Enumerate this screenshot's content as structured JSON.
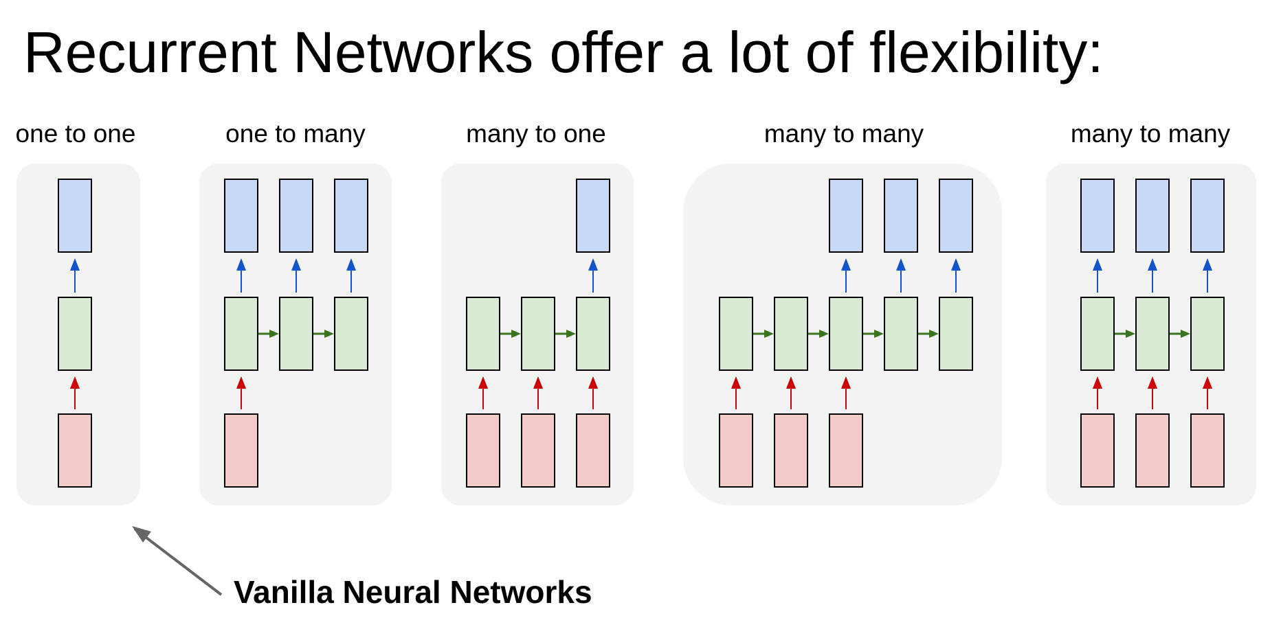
{
  "title": "Recurrent Networks offer a lot of flexibility:",
  "caption": "Vanilla Neural Networks",
  "colors": {
    "panel": "#f3f3f3",
    "output_box": "#c9daf8",
    "hidden_box": "#d9ead3",
    "input_box": "#f4cccc",
    "output_arrow": "#1155cc",
    "input_arrow": "#cc0000",
    "recurrent_arrow": "#38761d",
    "pointer_arrow": "#666666"
  },
  "diagrams": [
    {
      "label": "one to one",
      "steps": 1,
      "inputs": [
        1
      ],
      "outputs": [
        1
      ]
    },
    {
      "label": "one to many",
      "steps": 3,
      "inputs": [
        1,
        0,
        0
      ],
      "outputs": [
        1,
        1,
        1
      ]
    },
    {
      "label": "many to one",
      "steps": 3,
      "inputs": [
        1,
        1,
        1
      ],
      "outputs": [
        0,
        0,
        1
      ]
    },
    {
      "label": "many to many",
      "steps": 5,
      "inputs": [
        1,
        1,
        1,
        0,
        0
      ],
      "outputs": [
        0,
        0,
        1,
        1,
        1
      ]
    },
    {
      "label": "many to many",
      "steps": 3,
      "inputs": [
        1,
        1,
        1
      ],
      "outputs": [
        1,
        1,
        1
      ]
    }
  ]
}
